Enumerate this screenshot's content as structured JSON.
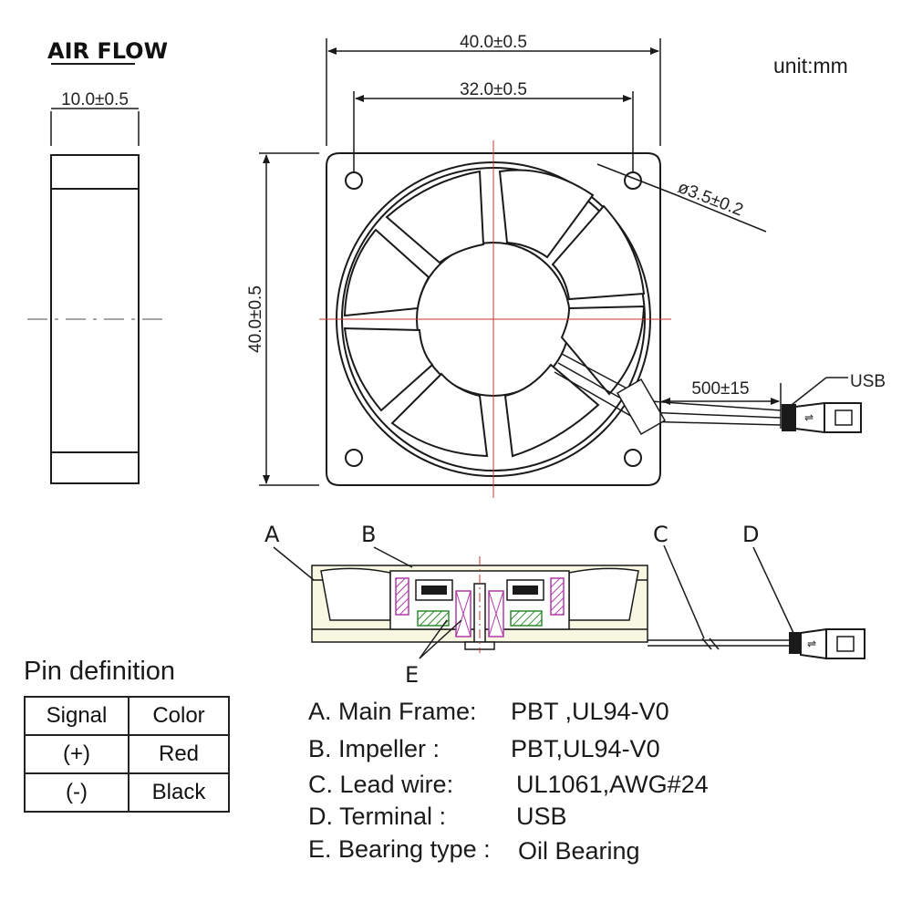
{
  "labels": {
    "air_flow": "AIR FLOW",
    "unit": "unit:mm",
    "usb": "USB"
  },
  "dimensions": {
    "width_outer": "40.0±0.5",
    "hole_spacing": "32.0±0.5",
    "height_outer": "40.0±0.5",
    "thickness": "10.0±0.5",
    "hole_diameter": "ø3.5±0.2",
    "lead_length": "500±15"
  },
  "section_callouts": [
    "A",
    "B",
    "C",
    "D",
    "E"
  ],
  "pin_definition": {
    "title": "Pin definition",
    "headers": [
      "Signal",
      "Color"
    ],
    "rows": [
      [
        "(+)",
        "Red"
      ],
      [
        "(-)",
        "Black"
      ]
    ]
  },
  "specs": [
    {
      "label": "A.  Main Frame:",
      "value": "PBT ,UL94-V0"
    },
    {
      "label": "B.  Impeller :",
      "value": "PBT,UL94-V0"
    },
    {
      "label": "C.  Lead wire:",
      "value": "UL1061,AWG#24"
    },
    {
      "label": "D. Terminal :",
      "value": "USB"
    },
    {
      "label": "E.  Bearing type :",
      "value": "Oil Bearing"
    }
  ],
  "colors": {
    "line": "#1a1a1a",
    "centerline": "#c0392b",
    "bearing_magenta": "#b03aa8",
    "rotor_green": "#3cae3c",
    "frame_tint": "#f7f7e2"
  }
}
